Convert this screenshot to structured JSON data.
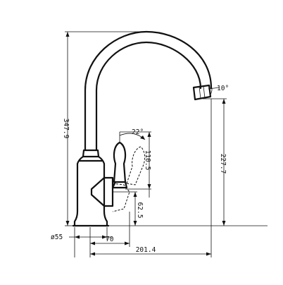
{
  "dimensions": {
    "total_height": "347.9",
    "spout_height": "227.7",
    "handle_swing_height": "110.5",
    "handle_height": "62.5",
    "base_diameter": "ø55",
    "handle_offset": "70",
    "spout_reach": "201.4",
    "handle_angle": "22°",
    "aerator_angle": "10°"
  },
  "colors": {
    "line": "#111111",
    "background": "#ffffff"
  }
}
